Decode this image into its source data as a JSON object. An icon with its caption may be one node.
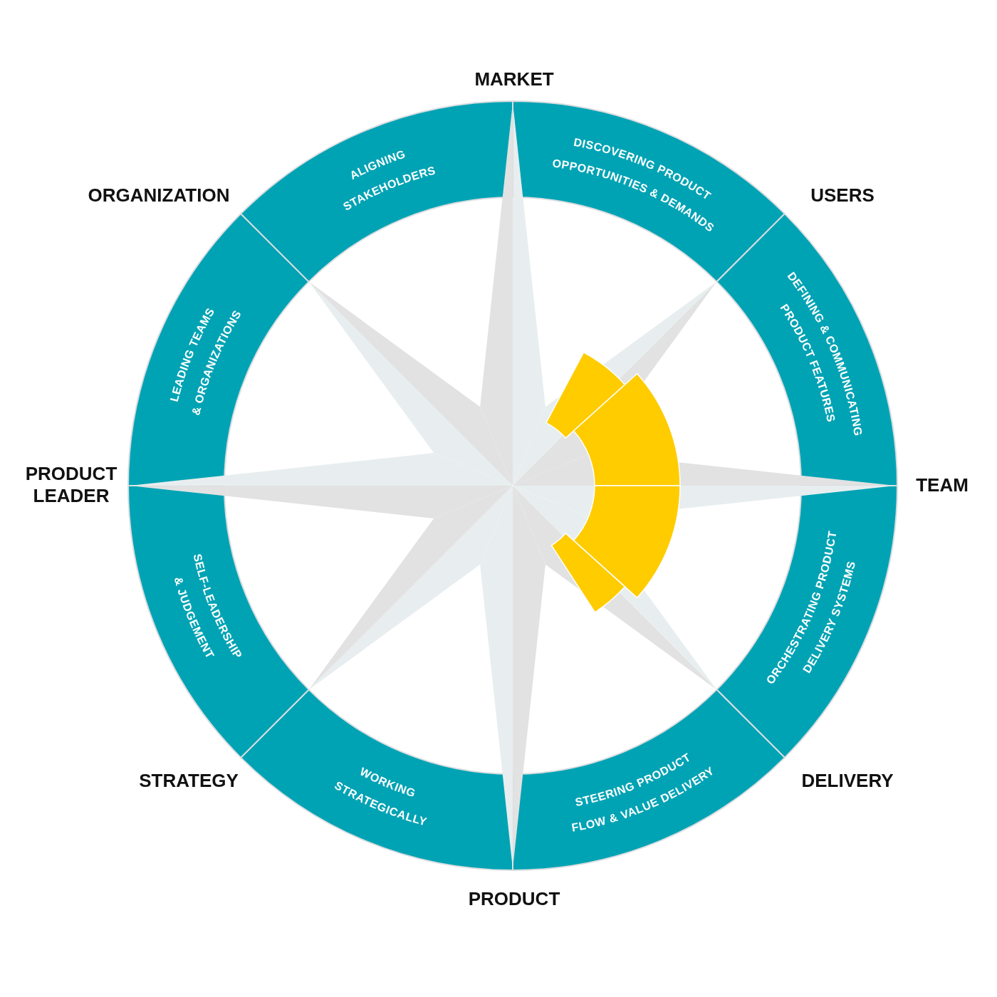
{
  "diagram": {
    "nodes": [
      {
        "text": [
          "DISCOVERING PRODUCT OPPORTUNITIES & DEMANDS"
        ]
      },
      {
        "text": [
          "DEFINING & COMMUNICATING PRODUCT FEATURES"
        ]
      },
      {
        "text": [
          "ORCHESTRATING PRODUCT DELIVERY SYSTEMS"
        ]
      },
      {
        "text": [
          "STEERING PRODUCT FLOW & VALUE DELIVERY"
        ]
      },
      {
        "text": [
          "WORKING STRATEGICALLY"
        ]
      },
      {
        "text": [
          "SELF-LEADERSHIP & JUDGEMENT"
        ]
      },
      {
        "text": [
          "LEADING TEAMS & ORGANIZATIONS"
        ]
      },
      {
        "text": [
          "ALIGNING STAKEHOLDERS"
        ]
      }
    ],
    "labels": [
      "MARKET",
      "ORGANIZATION",
      "USERS",
      "PRODUCT LEADER",
      "TEAM",
      "STRATEGY",
      "DELIVERY",
      "PRODUCT"
    ]
  }
}
